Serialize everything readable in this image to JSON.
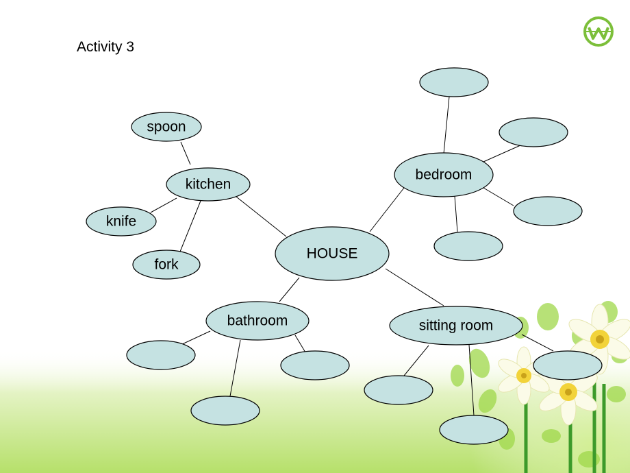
{
  "title": "Activity 3",
  "colors": {
    "node_fill": "#c5e2e2",
    "node_stroke": "#000000",
    "background_green": "#a8d84a",
    "logo_green": "#7cbf3a"
  },
  "icons": [
    "logo-icon"
  ],
  "diagram": {
    "center": "HOUSE",
    "groups": [
      {
        "room": "kitchen",
        "items": [
          "spoon",
          "knife",
          "fork"
        ]
      },
      {
        "room": "bedroom",
        "items": [
          "",
          "",
          "",
          ""
        ]
      },
      {
        "room": "bathroom",
        "items": [
          "",
          "",
          ""
        ]
      },
      {
        "room": "sitting room",
        "items": [
          "",
          "",
          ""
        ]
      }
    ]
  }
}
